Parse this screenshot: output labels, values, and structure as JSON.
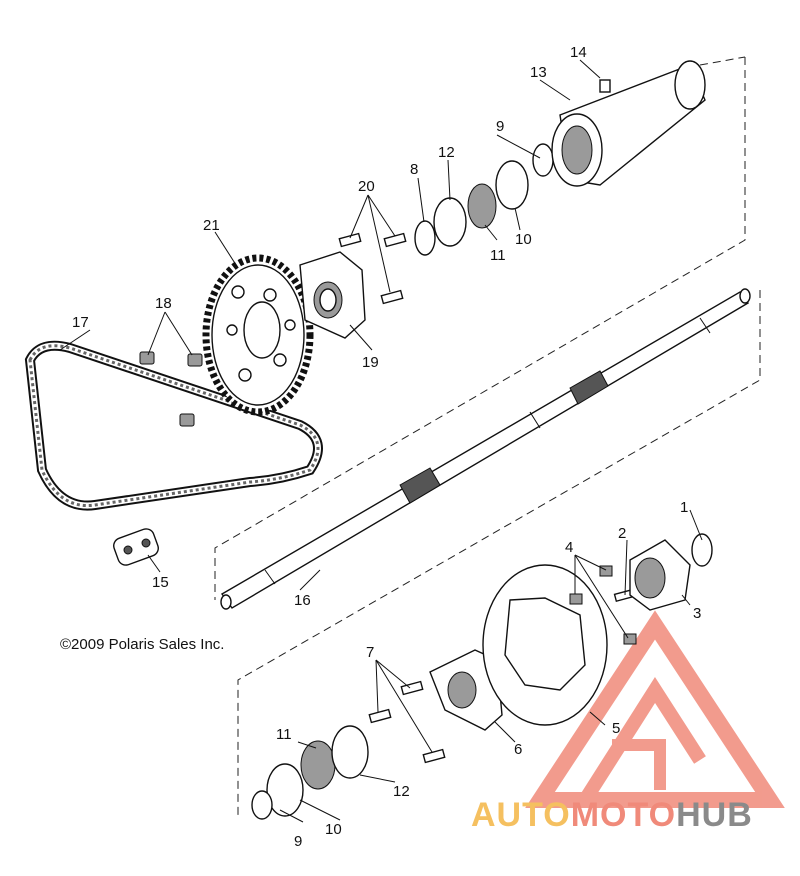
{
  "diagram": {
    "copyright": "©2009 Polaris Sales Inc.",
    "callouts": [
      {
        "id": "c1",
        "text": "1"
      },
      {
        "id": "c2",
        "text": "2"
      },
      {
        "id": "c3",
        "text": "3"
      },
      {
        "id": "c4",
        "text": "4"
      },
      {
        "id": "c5",
        "text": "5"
      },
      {
        "id": "c6",
        "text": "6"
      },
      {
        "id": "c7",
        "text": "7"
      },
      {
        "id": "c8",
        "text": "8"
      },
      {
        "id": "c9a",
        "text": "9"
      },
      {
        "id": "c9b",
        "text": "9"
      },
      {
        "id": "c10a",
        "text": "10"
      },
      {
        "id": "c10b",
        "text": "10"
      },
      {
        "id": "c11a",
        "text": "11"
      },
      {
        "id": "c11b",
        "text": "11"
      },
      {
        "id": "c12a",
        "text": "12"
      },
      {
        "id": "c12b",
        "text": "12"
      },
      {
        "id": "c13",
        "text": "13"
      },
      {
        "id": "c14",
        "text": "14"
      },
      {
        "id": "c15",
        "text": "15"
      },
      {
        "id": "c16",
        "text": "16"
      },
      {
        "id": "c17",
        "text": "17"
      },
      {
        "id": "c18",
        "text": "18"
      },
      {
        "id": "c19",
        "text": "19"
      },
      {
        "id": "c20",
        "text": "20"
      },
      {
        "id": "c21",
        "text": "21"
      }
    ]
  },
  "watermark": {
    "logo_text": "AUTOMOTOHUB",
    "colors": {
      "accent": "#f08a7a",
      "orange": "#f5c060",
      "gray": "#8a8a8a"
    }
  }
}
